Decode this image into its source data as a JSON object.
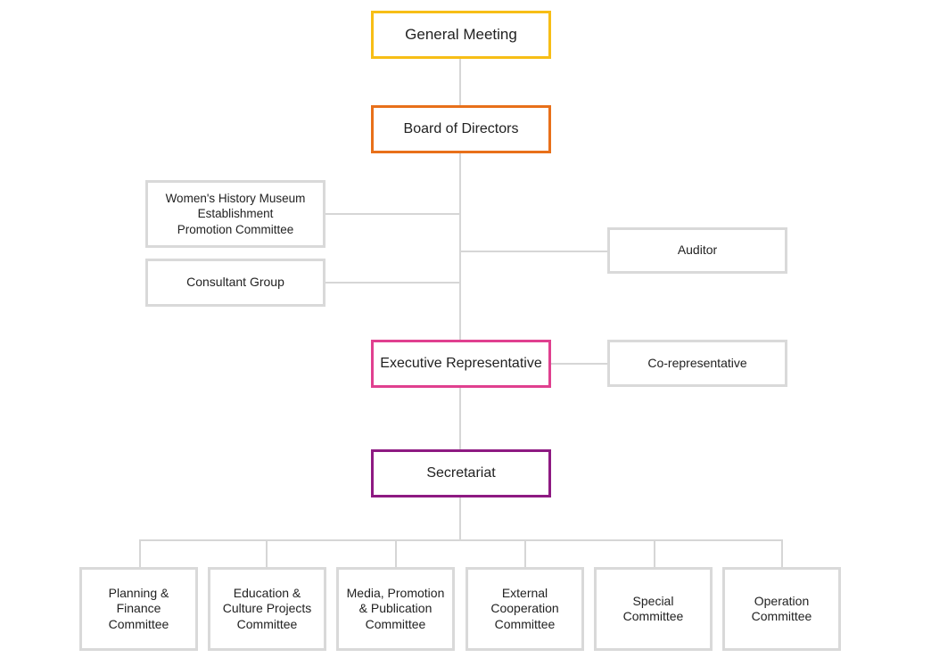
{
  "colors": {
    "general_meeting": "#f7be16",
    "board": "#e8701a",
    "executive": "#e0408f",
    "secretariat": "#8e1a82",
    "gray_border": "#d9d9d9",
    "connector": "#d6d6d6"
  },
  "nodes": {
    "general_meeting": "General Meeting",
    "board_of_directors": "Board of Directors",
    "womens_history_committee": "Women's History Museum\nEstablishment\nPromotion Committee",
    "consultant_group": "Consultant Group",
    "auditor": "Auditor",
    "executive_representative": "Executive Representative",
    "co_representative": "Co-representative",
    "secretariat": "Secretariat"
  },
  "committees": [
    "Planning &\nFinance\nCommittee",
    "Education &\nCulture Projects\nCommittee",
    "Media, Promotion\n& Publication\nCommittee",
    "External\nCooperation\nCommittee",
    "Special\nCommittee",
    "Operation\nCommittee"
  ]
}
